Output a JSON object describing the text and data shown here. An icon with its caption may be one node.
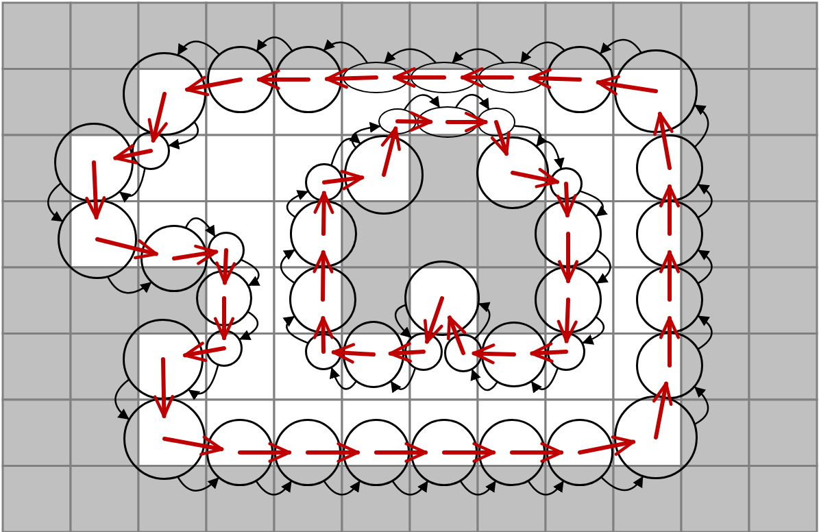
{
  "diagram": {
    "nodes": [
      {
        "text": [],
        "shape": "circle"
      },
      {
        "text": [],
        "shape": "circle"
      },
      {
        "text": [],
        "shape": "circle"
      },
      {
        "text": [],
        "shape": "circle"
      },
      {
        "text": [],
        "shape": "circle"
      },
      {
        "text": [],
        "shape": "circle"
      },
      {
        "text": [],
        "shape": "circle"
      },
      {
        "text": [],
        "shape": "circle"
      },
      {
        "text": [],
        "shape": "circle"
      },
      {
        "text": [],
        "shape": "circle"
      },
      {
        "text": [],
        "shape": "circle"
      },
      {
        "text": [],
        "shape": "circle"
      },
      {
        "text": [],
        "shape": "circle"
      },
      {
        "text": [],
        "shape": "circle"
      },
      {
        "text": [],
        "shape": "ellipse"
      },
      {
        "text": [],
        "shape": "ellipse"
      },
      {
        "text": [],
        "shape": "ellipse"
      },
      {
        "text": [],
        "shape": "circle"
      },
      {
        "text": [],
        "shape": "circle"
      },
      {
        "text": [],
        "shape": "circle"
      },
      {
        "text": [],
        "shape": "circle"
      },
      {
        "text": [],
        "shape": "circle"
      },
      {
        "text": [],
        "shape": "circle"
      },
      {
        "text": [],
        "shape": "circle"
      },
      {
        "text": [],
        "shape": "circle"
      },
      {
        "text": [],
        "shape": "circle"
      },
      {
        "text": [],
        "shape": "circle"
      },
      {
        "text": [],
        "shape": "circle"
      },
      {
        "text": [],
        "shape": "circle"
      },
      {
        "text": [],
        "shape": "circle"
      },
      {
        "text": [],
        "shape": "circle"
      },
      {
        "text": [],
        "shape": "circle"
      },
      {
        "text": [],
        "shape": "circle"
      },
      {
        "text": [],
        "shape": "ellipse"
      },
      {
        "text": [],
        "shape": "ellipse"
      },
      {
        "text": [],
        "shape": "ellipse"
      },
      {
        "text": [],
        "shape": "circle"
      },
      {
        "text": [],
        "shape": "circle"
      },
      {
        "text": [],
        "shape": "circle"
      },
      {
        "text": [],
        "shape": "circle"
      },
      {
        "text": [],
        "shape": "circle"
      },
      {
        "text": [],
        "shape": "circle"
      },
      {
        "text": [],
        "shape": "circle"
      },
      {
        "text": [],
        "shape": "circle"
      },
      {
        "text": [],
        "shape": "circle"
      },
      {
        "text": [],
        "shape": "circle"
      }
    ],
    "edges": [
      {
        "from": 0,
        "to": 1,
        "arrow": "to",
        "style": "thick",
        "color": "#c00000"
      },
      {
        "from": 1,
        "to": 2,
        "arrow": "to",
        "style": "thick",
        "color": "#c00000"
      },
      {
        "from": 2,
        "to": 3,
        "arrow": "to",
        "style": "thick",
        "color": "#c00000"
      },
      {
        "from": 3,
        "to": 4,
        "arrow": "to",
        "style": "thick",
        "color": "#c00000"
      },
      {
        "from": 4,
        "to": 5,
        "arrow": "to",
        "style": "thick",
        "color": "#c00000"
      },
      {
        "from": 5,
        "to": 6,
        "arrow": "to",
        "style": "thick",
        "color": "#c00000"
      },
      {
        "from": 6,
        "to": 7,
        "arrow": "to",
        "style": "thick",
        "color": "#c00000"
      },
      {
        "from": 7,
        "to": 8,
        "arrow": "to",
        "style": "thick",
        "color": "#c00000"
      },
      {
        "from": 8,
        "to": 9,
        "arrow": "to",
        "style": "thick",
        "color": "#c00000"
      },
      {
        "from": 9,
        "to": 10,
        "arrow": "to",
        "style": "thick",
        "color": "#c00000"
      },
      {
        "from": 10,
        "to": 11,
        "arrow": "to",
        "style": "thick",
        "color": "#c00000"
      },
      {
        "from": 11,
        "to": 12,
        "arrow": "to",
        "style": "thick",
        "color": "#c00000"
      },
      {
        "from": 12,
        "to": 13,
        "arrow": "to",
        "style": "thick",
        "color": "#c00000"
      },
      {
        "from": 13,
        "to": 14,
        "arrow": "to",
        "style": "thick",
        "color": "#c00000"
      },
      {
        "from": 14,
        "to": 15,
        "arrow": "to",
        "style": "thick",
        "color": "#c00000"
      },
      {
        "from": 15,
        "to": 16,
        "arrow": "to",
        "style": "thick",
        "color": "#c00000"
      },
      {
        "from": 16,
        "to": 17,
        "arrow": "to",
        "style": "thick",
        "color": "#c00000"
      },
      {
        "from": 17,
        "to": 18,
        "arrow": "to",
        "style": "thick",
        "color": "#c00000"
      },
      {
        "from": 18,
        "to": 19,
        "arrow": "to",
        "style": "thick",
        "color": "#c00000"
      },
      {
        "from": 19,
        "to": 20,
        "arrow": "to",
        "style": "thick",
        "color": "#c00000"
      },
      {
        "from": 20,
        "to": 21,
        "arrow": "to",
        "style": "thick",
        "color": "#c00000"
      },
      {
        "from": 21,
        "to": 22,
        "arrow": "to",
        "style": "thick",
        "color": "#c00000"
      },
      {
        "from": 22,
        "to": 23,
        "arrow": "to",
        "style": "thick",
        "color": "#c00000"
      },
      {
        "from": 23,
        "to": 24,
        "arrow": "to",
        "style": "thick",
        "color": "#c00000"
      },
      {
        "from": 24,
        "to": 25,
        "arrow": "to",
        "style": "thick",
        "color": "#c00000"
      },
      {
        "from": 25,
        "to": 26,
        "arrow": "to",
        "style": "thick",
        "color": "#c00000"
      },
      {
        "from": 26,
        "to": 27,
        "arrow": "to",
        "style": "thick",
        "color": "#c00000"
      },
      {
        "from": 27,
        "to": 0,
        "arrow": "to",
        "style": "thick",
        "color": "#c00000"
      },
      {
        "from": 28,
        "to": 29,
        "arrow": "to",
        "style": "thick",
        "color": "#c00000"
      },
      {
        "from": 29,
        "to": 30,
        "arrow": "to",
        "style": "thick",
        "color": "#c00000"
      },
      {
        "from": 30,
        "to": 31,
        "arrow": "to",
        "style": "thick",
        "color": "#c00000"
      },
      {
        "from": 31,
        "to": 32,
        "arrow": "to",
        "style": "thick",
        "color": "#c00000"
      },
      {
        "from": 32,
        "to": 33,
        "arrow": "to",
        "style": "thick",
        "color": "#c00000"
      },
      {
        "from": 33,
        "to": 34,
        "arrow": "to",
        "style": "thick",
        "color": "#c00000"
      },
      {
        "from": 34,
        "to": 35,
        "arrow": "to",
        "style": "thick",
        "color": "#c00000"
      },
      {
        "from": 35,
        "to": 36,
        "arrow": "to",
        "style": "thick",
        "color": "#c00000"
      },
      {
        "from": 36,
        "to": 37,
        "arrow": "to",
        "style": "thick",
        "color": "#c00000"
      },
      {
        "from": 37,
        "to": 38,
        "arrow": "to",
        "style": "thick",
        "color": "#c00000"
      },
      {
        "from": 38,
        "to": 39,
        "arrow": "to",
        "style": "thick",
        "color": "#c00000"
      },
      {
        "from": 39,
        "to": 40,
        "arrow": "to",
        "style": "thick",
        "color": "#c00000"
      },
      {
        "from": 40,
        "to": 41,
        "arrow": "to",
        "style": "thick",
        "color": "#c00000"
      },
      {
        "from": 41,
        "to": 42,
        "arrow": "to",
        "style": "thick",
        "color": "#c00000"
      },
      {
        "from": 42,
        "to": 43,
        "arrow": "to",
        "style": "thick",
        "color": "#c00000"
      },
      {
        "from": 43,
        "to": 44,
        "arrow": "to",
        "style": "thick",
        "color": "#c00000"
      },
      {
        "from": 44,
        "to": 45,
        "arrow": "to",
        "style": "thick",
        "color": "#c00000"
      },
      {
        "from": 45,
        "to": 28,
        "arrow": "to",
        "style": "thick",
        "color": "#c00000"
      },
      {
        "from": 0,
        "to": 1,
        "arrow": "to",
        "color": "#000000"
      },
      {
        "from": 1,
        "to": 2,
        "arrow": "to",
        "color": "#000000"
      },
      {
        "from": 2,
        "to": 3,
        "arrow": "to",
        "color": "#000000"
      },
      {
        "from": 3,
        "to": 4,
        "arrow": "to",
        "color": "#000000"
      },
      {
        "from": 4,
        "to": 5,
        "arrow": "to",
        "color": "#000000"
      },
      {
        "from": 5,
        "to": 6,
        "arrow": "to",
        "color": "#000000"
      },
      {
        "from": 6,
        "to": 7,
        "arrow": "to",
        "color": "#000000"
      },
      {
        "from": 7,
        "to": 8,
        "arrow": "to",
        "color": "#000000"
      },
      {
        "from": 8,
        "to": 9,
        "arrow": "to",
        "color": "#000000"
      },
      {
        "from": 9,
        "to": 10,
        "arrow": "to",
        "color": "#000000"
      },
      {
        "from": 10,
        "to": 11,
        "arrow": "to",
        "color": "#000000"
      },
      {
        "from": 11,
        "to": 12,
        "arrow": "to",
        "color": "#000000"
      },
      {
        "from": 12,
        "to": 13,
        "arrow": "to",
        "color": "#000000"
      },
      {
        "from": 13,
        "to": 14,
        "arrow": "to",
        "color": "#000000"
      },
      {
        "from": 14,
        "to": 15,
        "arrow": "to",
        "color": "#000000"
      },
      {
        "from": 15,
        "to": 16,
        "arrow": "to",
        "color": "#000000"
      },
      {
        "from": 16,
        "to": 17,
        "arrow": "to",
        "color": "#000000"
      },
      {
        "from": 17,
        "to": 18,
        "arrow": "to",
        "color": "#000000"
      },
      {
        "from": 18,
        "to": 19,
        "arrow": "to",
        "color": "#000000"
      },
      {
        "from": 19,
        "to": 20,
        "arrow": "to",
        "color": "#000000"
      },
      {
        "from": 20,
        "to": 21,
        "arrow": "to",
        "color": "#000000"
      },
      {
        "from": 21,
        "to": 22,
        "arrow": "to",
        "color": "#000000"
      },
      {
        "from": 22,
        "to": 23,
        "arrow": "to",
        "color": "#000000"
      },
      {
        "from": 23,
        "to": 24,
        "arrow": "to",
        "color": "#000000"
      },
      {
        "from": 24,
        "to": 25,
        "arrow": "to",
        "color": "#000000"
      },
      {
        "from": 25,
        "to": 26,
        "arrow": "to",
        "color": "#000000"
      },
      {
        "from": 26,
        "to": 27,
        "arrow": "to",
        "color": "#000000"
      },
      {
        "from": 27,
        "to": 0,
        "arrow": "to",
        "color": "#000000"
      },
      {
        "from": 28,
        "to": 29,
        "arrow": "to",
        "color": "#000000"
      },
      {
        "from": 29,
        "to": 30,
        "arrow": "to",
        "color": "#000000"
      },
      {
        "from": 30,
        "to": 31,
        "arrow": "to",
        "color": "#000000"
      },
      {
        "from": 31,
        "to": 32,
        "arrow": "to",
        "color": "#000000"
      },
      {
        "from": 32,
        "to": 33,
        "arrow": "to",
        "color": "#000000"
      },
      {
        "from": 33,
        "to": 34,
        "arrow": "to",
        "color": "#000000"
      },
      {
        "from": 34,
        "to": 35,
        "arrow": "to",
        "color": "#000000"
      },
      {
        "from": 35,
        "to": 36,
        "arrow": "to",
        "color": "#000000"
      },
      {
        "from": 36,
        "to": 37,
        "arrow": "to",
        "color": "#000000"
      },
      {
        "from": 37,
        "to": 38,
        "arrow": "to",
        "color": "#000000"
      },
      {
        "from": 38,
        "to": 39,
        "arrow": "to",
        "color": "#000000"
      },
      {
        "from": 39,
        "to": 40,
        "arrow": "to",
        "color": "#000000"
      },
      {
        "from": 40,
        "to": 41,
        "arrow": "to",
        "color": "#000000"
      },
      {
        "from": 41,
        "to": 42,
        "arrow": "to",
        "color": "#000000"
      },
      {
        "from": 42,
        "to": 43,
        "arrow": "to",
        "color": "#000000"
      },
      {
        "from": 43,
        "to": 44,
        "arrow": "to",
        "color": "#000000"
      },
      {
        "from": 44,
        "to": 45,
        "arrow": "to",
        "color": "#000000"
      },
      {
        "from": 45,
        "to": 28,
        "arrow": "to",
        "color": "#000000"
      }
    ]
  }
}
